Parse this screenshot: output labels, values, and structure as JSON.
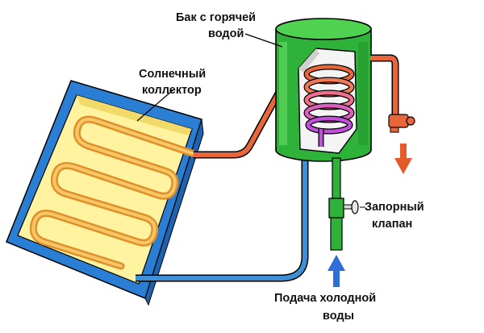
{
  "labels": {
    "tank_line1": "Бак с горячей",
    "tank_line2": "водой",
    "collector_line1": "Солнечный",
    "collector_line2": "коллектор",
    "valve_line1": "Запорный",
    "valve_line2": "клапан",
    "supply_line1": "Подача холодной",
    "supply_line2": "воды"
  },
  "colors": {
    "hot_pipe": "#e8663a",
    "cold_pipe": "#3d8fd6",
    "tank_body": "#2fb23a",
    "collector_frame": "#2a7fd4",
    "collector_panel": "#fff3a0",
    "coil_tube": "#f2b14a",
    "hot_arrow": "#e45a2a",
    "cold_arrow": "#2e6ed8",
    "heat_coil_top": "#e8663a",
    "heat_coil_bottom": "#c24fd8"
  },
  "icons": {
    "hot_flow_arrow": "arrow-down-icon",
    "cold_flow_arrow": "arrow-up-icon",
    "shutoff_valve": "valve-handle-icon",
    "outlet_tap": "tap-icon"
  }
}
